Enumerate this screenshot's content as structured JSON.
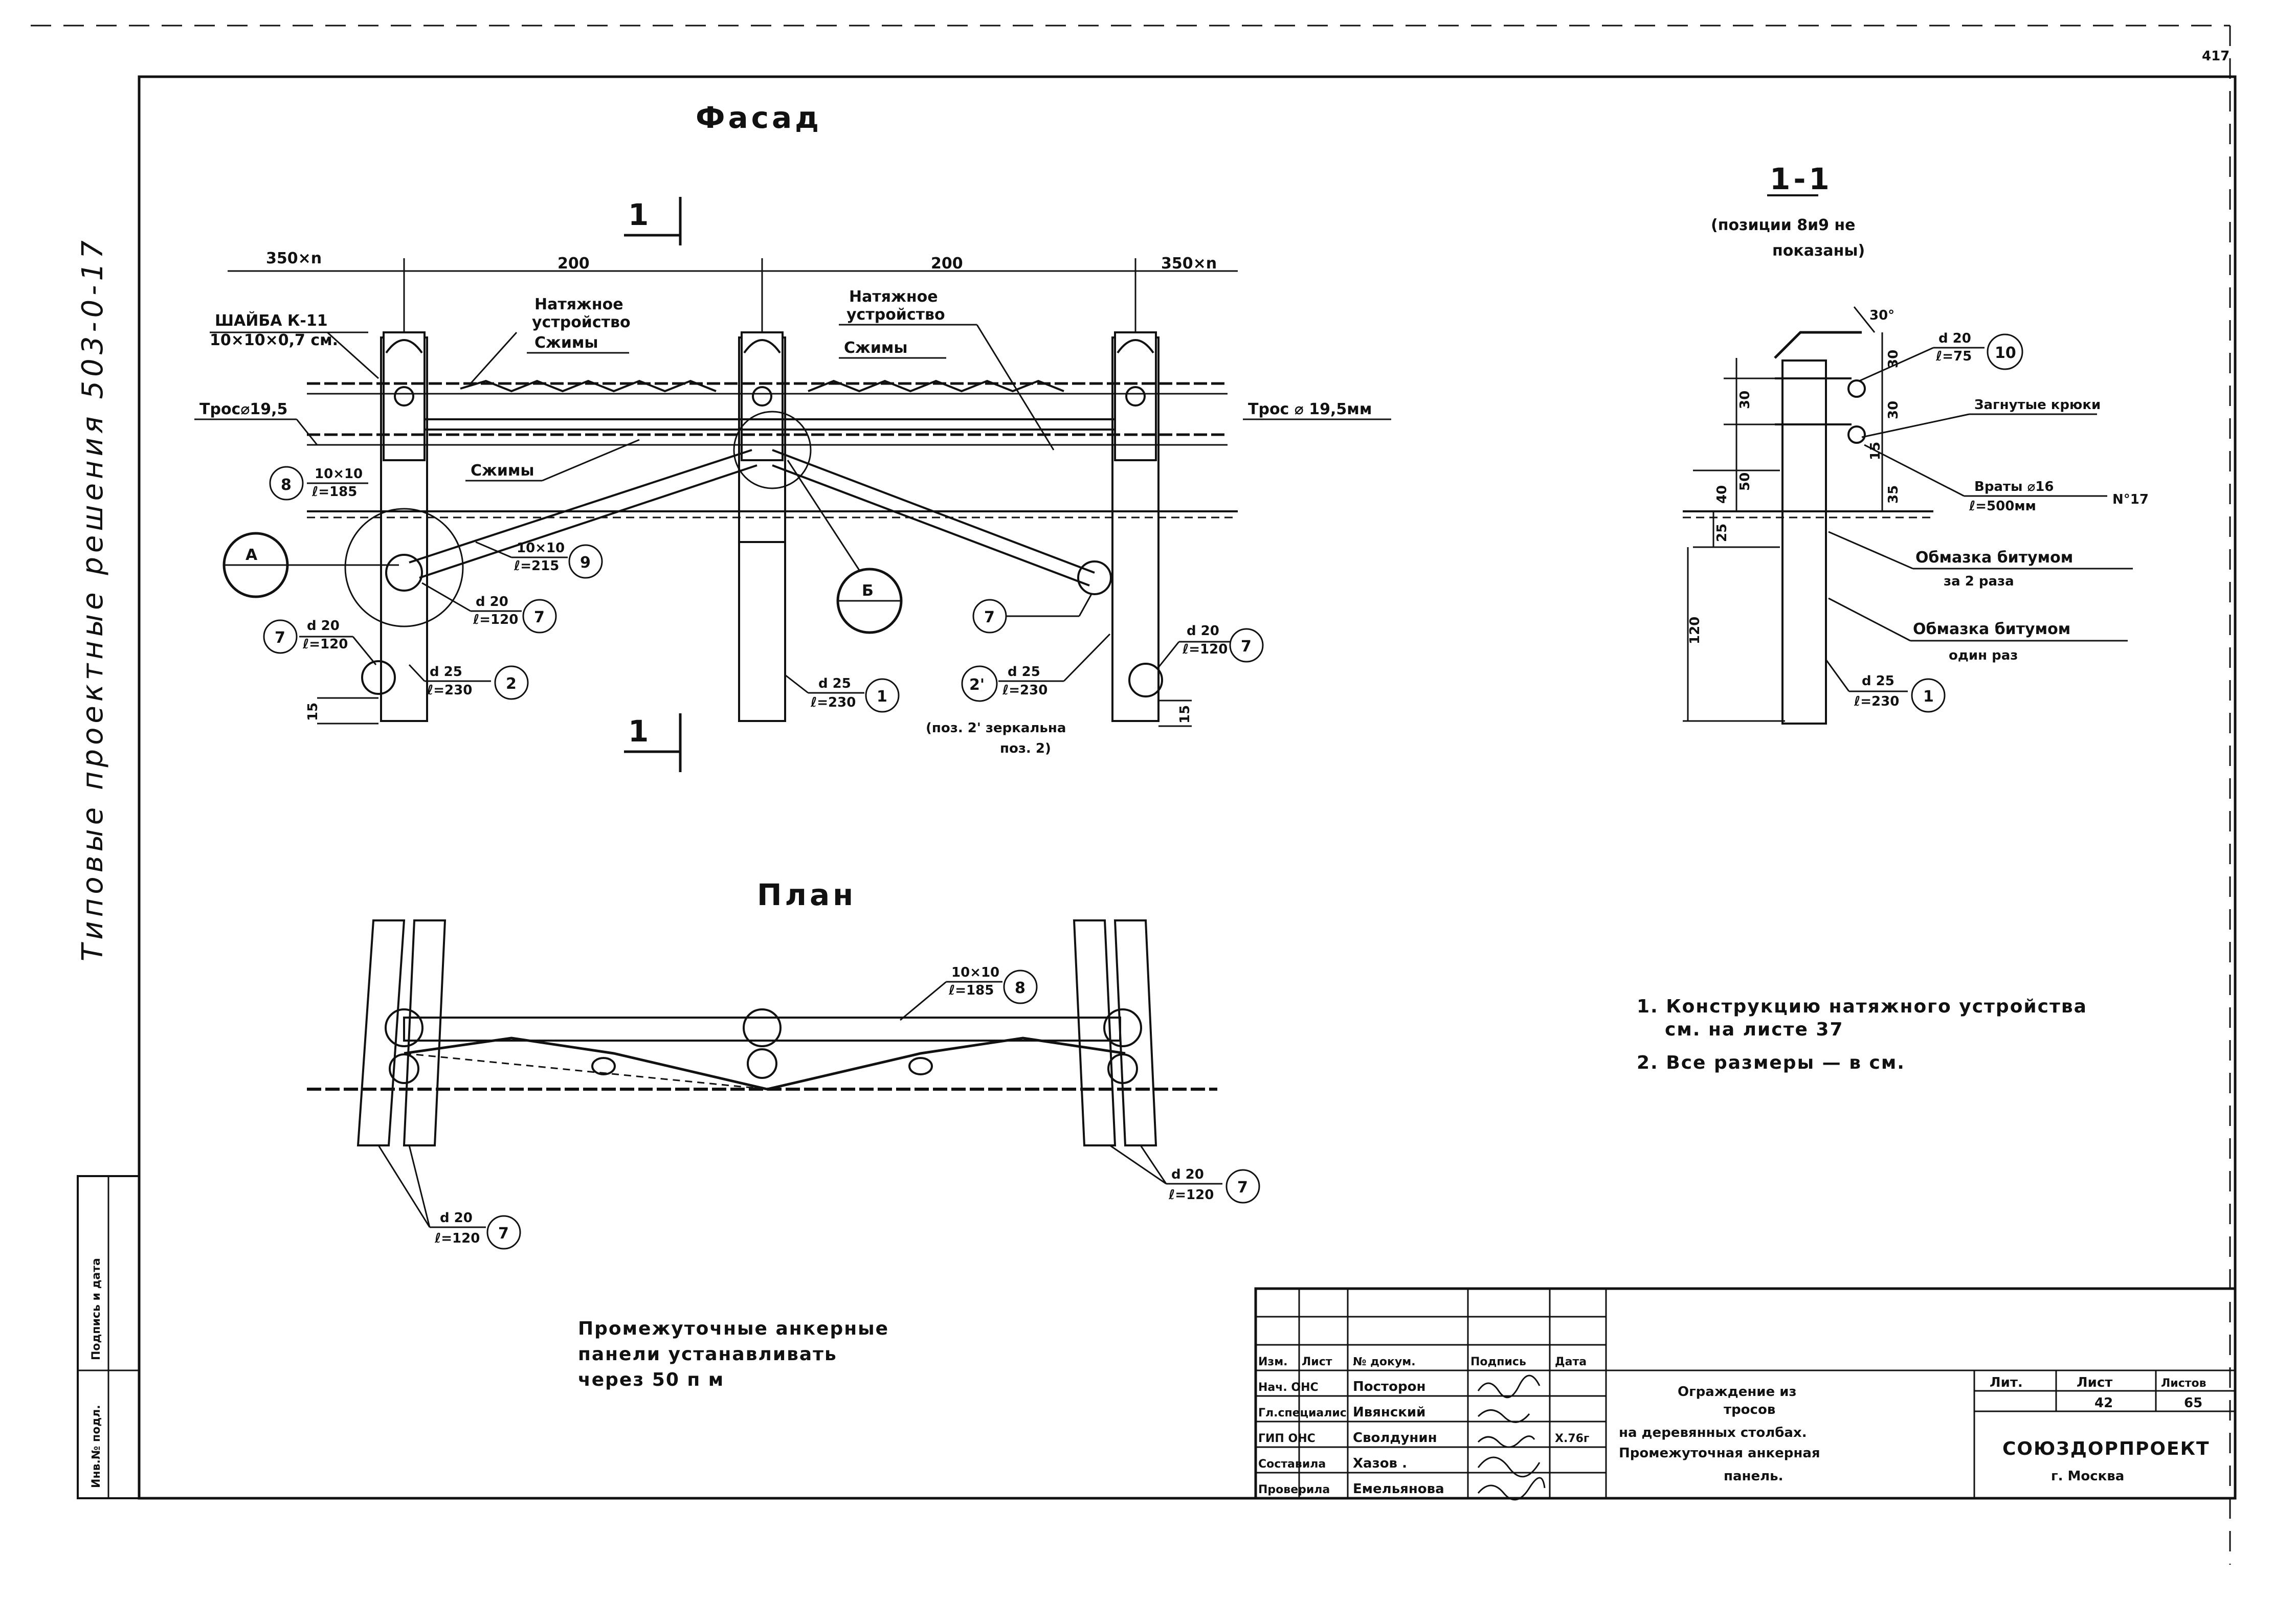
{
  "side_title": "Типовые проектные решения   503-0-17",
  "corner_number": "417",
  "facade": {
    "title": "Фасад",
    "section_mark": "1",
    "dims": [
      "350×n",
      "200",
      "200",
      "350×n"
    ],
    "labels": {
      "washer": "ШАЙБА К-11",
      "washer_size": "10×10×0,7 см.",
      "tension_left_1": "Натяжное",
      "tension_left_2": "устройство",
      "clamps_left": "Сжимы",
      "tension_right_1": "Натяжное",
      "tension_right_2": "устройство",
      "clamps_right": "Сжимы",
      "cable_left": "Трос⌀19,5",
      "cable_right": "Трос ⌀ 19,5мм",
      "clamps_bottom": "Сжимы",
      "p8_size": "10×10",
      "p8_len": "ℓ=185",
      "p9_size": "10×10",
      "p9_len": "ℓ=215",
      "p7a_d": "d 20",
      "p7a_l": "ℓ=120",
      "p7b_d": "d 20",
      "p7b_l": "ℓ=120",
      "p2_d": "d 25",
      "p2_l": "ℓ=230",
      "p1_d": "d 25",
      "p1_l": "ℓ=230",
      "p2p_d": "d 25",
      "p2p_l": "ℓ=230",
      "p7c_d": "d 20",
      "p7c_l": "ℓ=120",
      "mirror_note_1": "(поз. 2' зеркальна",
      "mirror_note_2": "поз. 2)",
      "dim_15a": "15",
      "dim_15b": "15"
    },
    "markers": {
      "p8": "8",
      "p9": "9",
      "p7a": "7",
      "p7b": "7",
      "p7c": "7",
      "p7d": "7",
      "p2": "2",
      "p1": "1",
      "p2p": "2'",
      "A": "А",
      "B": "Б"
    }
  },
  "section": {
    "title": "1-1",
    "subtitle_1": "(позиции 8и9 не",
    "subtitle_2": "показаны)",
    "angle": "30°",
    "p10_d": "d 20",
    "p10_l": "ℓ=75",
    "p10": "10",
    "hooks": "Загнутые крюки",
    "brace": "Враты ⌀16",
    "brace_l": "ℓ=500мм",
    "brace_n": "N°17",
    "coat_1a": "Обмазка битумом",
    "coat_1b": "за 2 раза",
    "coat_2a": "Обмазка битумом",
    "coat_2b": "один раз",
    "p1_d": "d 25",
    "p1_l": "ℓ=230",
    "p1": "1",
    "dims": [
      "30",
      "30",
      "30",
      "50",
      "40",
      "25",
      "35",
      "15",
      "120"
    ]
  },
  "plan": {
    "title": "План",
    "p8_size": "10×10",
    "p8_len": "ℓ=185",
    "p8": "8",
    "p7_left_d": "d 20",
    "p7_left_l": "ℓ=120",
    "p7_left": "7",
    "p7_right_d": "d 20",
    "p7_right_l": "ℓ=120",
    "p7_right": "7"
  },
  "notes": [
    "1. Конструкцию натяжного устройства",
    "см. на листе 37",
    "2. Все размеры — в см."
  ],
  "install_note": [
    "Промежуточные анкерные",
    "панели устанавливать",
    "через 50 п м"
  ],
  "side_stamp": {
    "col1": "Инв.№ подл.",
    "col2": "Подпись и дата"
  },
  "title_block": {
    "headers": [
      "Изм.",
      "Лист",
      "№ докум.",
      "Подпись",
      "Дата"
    ],
    "rows": [
      {
        "role": "Нач. ОНС",
        "name": "Посторон"
      },
      {
        "role": "Гл.специалис",
        "name": "Ивянский"
      },
      {
        "role": "ГИП ОНС",
        "name": "Сволдунин",
        "date": "X.76г"
      },
      {
        "role": "Составила",
        "name": "Хазов ."
      },
      {
        "role": "Проверила",
        "name": "Емельянова"
      }
    ],
    "description": [
      "Ограждение из",
      "тросов",
      "на деревянных столбах.",
      "Промежуточная анкерная",
      "панель."
    ],
    "lit_label": "Лит.",
    "sheet_label": "Лист",
    "sheets_label": "Листов",
    "sheet_no": "42",
    "sheets_total": "65",
    "org_1": "СОЮЗДОРПРОЕКТ",
    "org_2": "г. Москва"
  }
}
